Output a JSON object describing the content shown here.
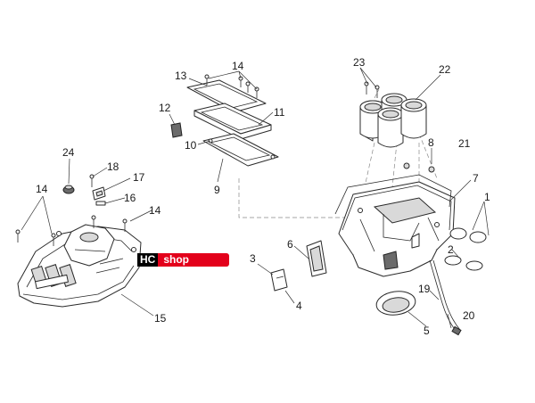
{
  "callouts": [
    "1",
    "2",
    "3",
    "4",
    "5",
    "6",
    "7",
    "8",
    "9",
    "10",
    "11",
    "12",
    "13",
    "14",
    "14",
    "14",
    "14",
    "15",
    "16",
    "17",
    "18",
    "19",
    "20",
    "21",
    "22",
    "23",
    "24"
  ],
  "watermark": {
    "part1": "HC",
    "part2": "shop"
  }
}
